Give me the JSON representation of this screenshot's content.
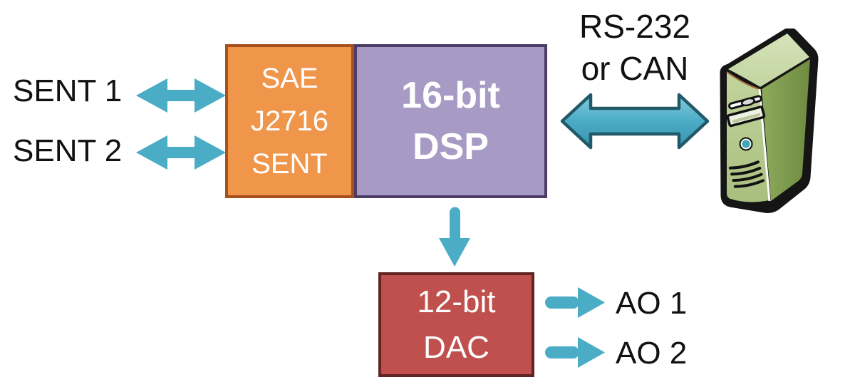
{
  "diagram": {
    "type": "block-diagram",
    "inputs": [
      {
        "label": "SENT 1"
      },
      {
        "label": "SENT 2"
      }
    ],
    "blocks": {
      "sent_interface": {
        "lines": [
          "SAE",
          "J2716",
          "SENT"
        ]
      },
      "dsp": {
        "lines": [
          "16-bit",
          "DSP"
        ]
      },
      "dac": {
        "lines": [
          "12-bit",
          "DAC"
        ]
      }
    },
    "bus_label": {
      "line1": "RS-232",
      "line2": "or CAN"
    },
    "outputs": [
      {
        "label": "AO 1"
      },
      {
        "label": "AO 2"
      }
    ],
    "host_icon": "computer-tower",
    "colors": {
      "arrow": "#4BACC6",
      "arrow_border": "#215968",
      "orange_fill": "#F0964B",
      "orange_border": "#A6511D",
      "purple_fill": "#A79BC5",
      "purple_border": "#4D3D66",
      "red_fill": "#C0504D",
      "red_border": "#632523",
      "button_teal": "#3EA7B8",
      "text_dark": "#111111",
      "text_light": "#FFFFFF"
    }
  }
}
